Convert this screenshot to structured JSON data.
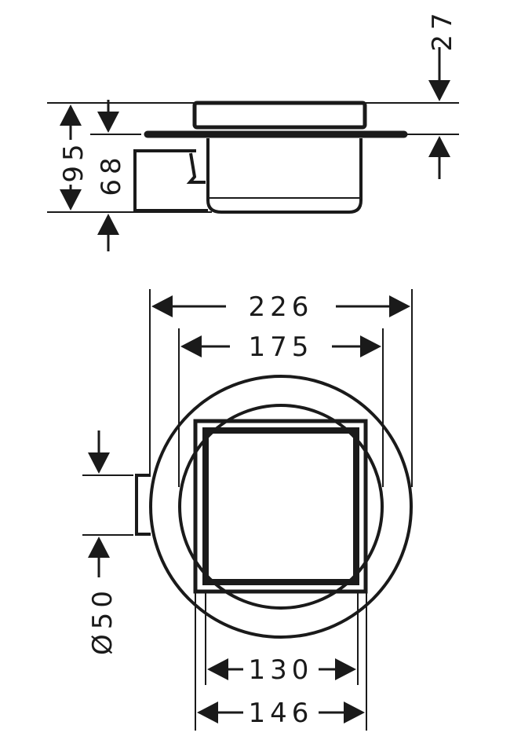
{
  "drawing": {
    "stroke_color": "#1a1a1a",
    "background": "#ffffff",
    "side_view": {
      "dimensions": {
        "total_height": "95",
        "body_height": "68",
        "cover_height": "27"
      }
    },
    "top_view": {
      "dimensions": {
        "flange_diameter": "226",
        "body_diameter": "175",
        "grate_inner": "130",
        "grate_outer": "146",
        "outlet_diameter": "Ø50"
      }
    }
  }
}
